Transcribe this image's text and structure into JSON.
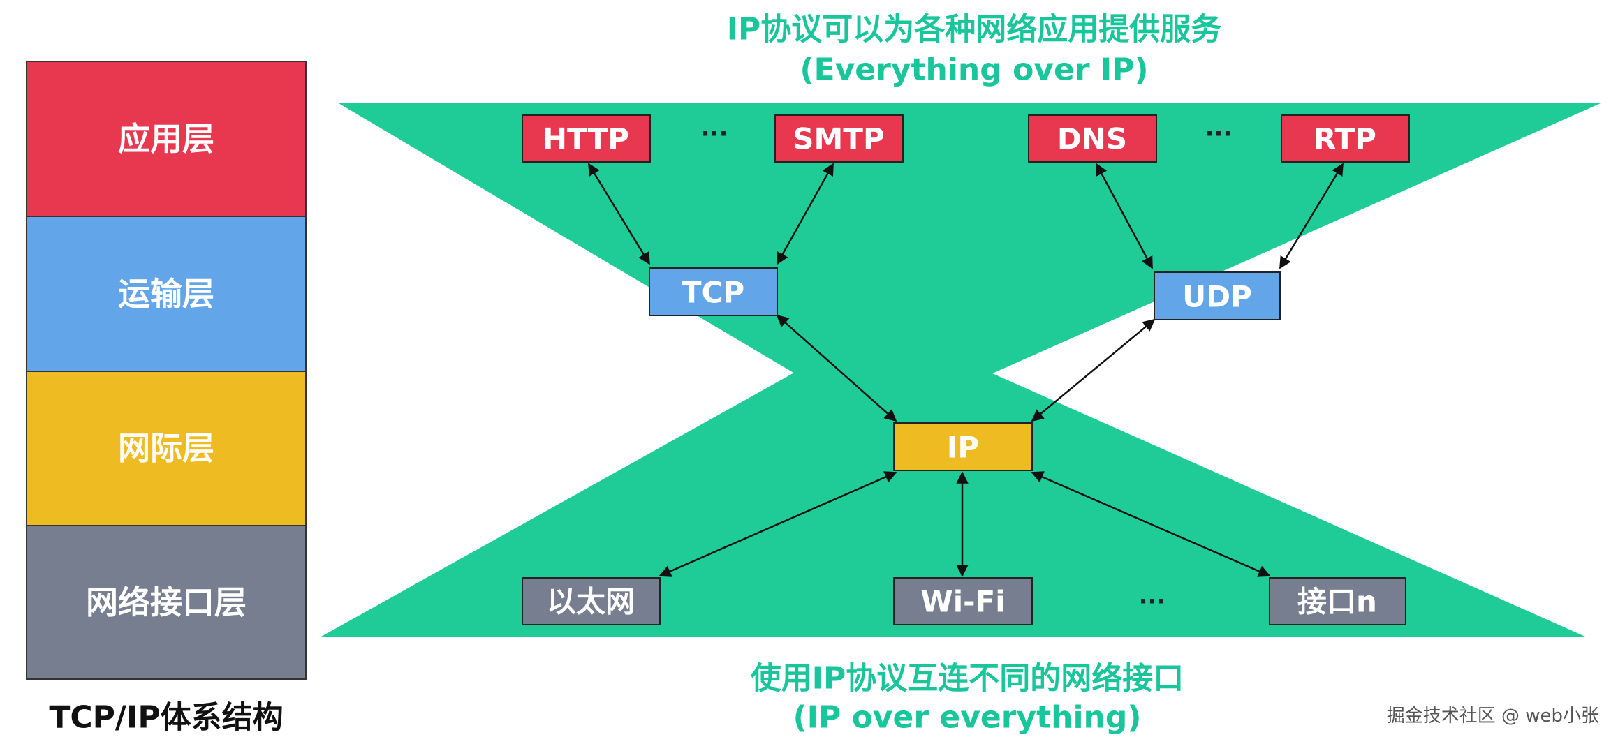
{
  "stack": {
    "layers": [
      {
        "label": "应用层",
        "color": "#e8384f"
      },
      {
        "label": "运输层",
        "color": "#62a5e8"
      },
      {
        "label": "网际层",
        "color": "#eebb22"
      },
      {
        "label": "网络接口层",
        "color": "#767e8f"
      }
    ],
    "title": "TCP/IP体系结构"
  },
  "top_caption": {
    "line1": "IP协议可以为各种网络应用提供服务",
    "line2": "(Everything over IP)"
  },
  "bottom_caption": {
    "line1": "使用IP协议互连不同的网络接口",
    "line2": "(IP over everything)"
  },
  "nodes": {
    "http": "HTTP",
    "smtp": "SMTP",
    "dns": "DNS",
    "rtp": "RTP",
    "tcp": "TCP",
    "udp": "UDP",
    "ip": "IP",
    "ethernet": "以太网",
    "wifi": "Wi-Fi",
    "interface_n": "接口n"
  },
  "ellipses": {
    "app_left": "···",
    "app_right": "···",
    "link": "···"
  },
  "colors": {
    "green": "#1fcc98",
    "caption_green": "#19c59a",
    "application": "#e8384f",
    "transport": "#62a5e8",
    "internet": "#eebb22",
    "link": "#767e8f"
  },
  "watermark": "掘金技术社区 @ web小张"
}
